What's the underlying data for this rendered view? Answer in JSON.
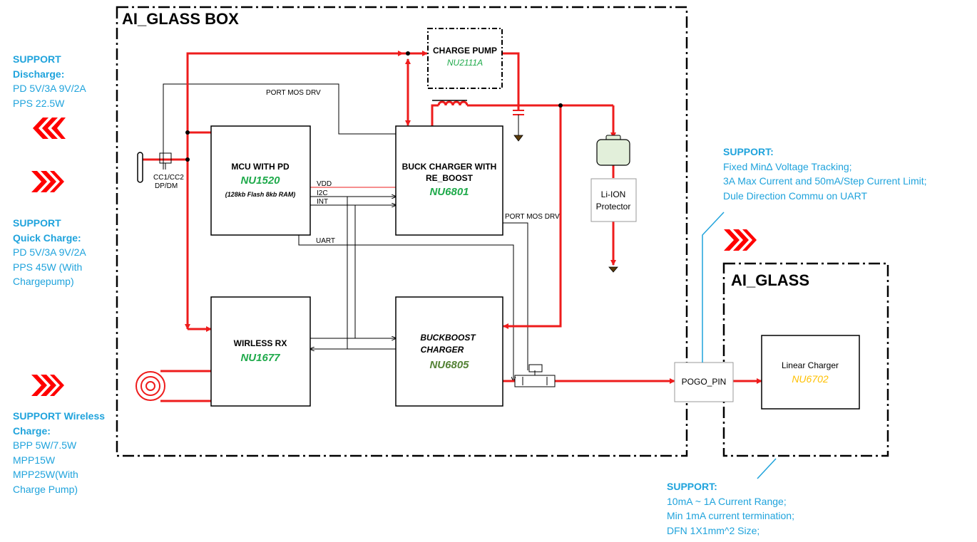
{
  "frames": {
    "box_title": "AI_GLASS BOX",
    "glass_title": "AI_GLASS"
  },
  "blocks": {
    "charge_pump": {
      "title": "CHARGE PUMP",
      "part": "NU2111A"
    },
    "mcu": {
      "title": "MCU WITH PD",
      "part": "NU1520",
      "note": "(128kb Flash 8kb RAM)"
    },
    "buck": {
      "title_1": "BUCK CHARGER WITH",
      "title_2": "RE_BOOST",
      "part": "NU6801"
    },
    "wireless_rx": {
      "title": "WIRLESS RX",
      "part": "NU1677"
    },
    "buckboost": {
      "title_1": "BUCKBOOST",
      "title_2": "CHARGER",
      "part": "NU6805"
    },
    "li_ion": {
      "line_1": "Li-ION",
      "line_2": "Protector"
    },
    "pogo": {
      "title": "POGO_PIN"
    },
    "linear": {
      "title": "Linear Charger",
      "part": "NU6702"
    }
  },
  "signals": {
    "port_mos_drv_top": "PORT MOS DRV",
    "port_mos_drv_right": "PORT MOS DRV",
    "cc": "CC1/CC2",
    "dpdm": "DP/DM",
    "vdd": "VDD",
    "i2c": "I2C",
    "int": "INT",
    "uart": "UART"
  },
  "notes": {
    "discharge": {
      "heading_1": "SUPPORT",
      "heading_2": "Discharge:",
      "lines": [
        "PD 5V/3A 9V/2A",
        "PPS 22.5W"
      ]
    },
    "quick": {
      "heading_1": "SUPPORT",
      "heading_2": "Quick Charge:",
      "lines": [
        "PD 5V/3A 9V/2A",
        "PPS 45W (With",
        "Chargepump)"
      ]
    },
    "wireless": {
      "heading_1": "SUPPORT Wireless",
      "heading_2": "Charge:",
      "lines": [
        "BPP 5W/7.5W",
        "MPP15W",
        "MPP25W(With",
        "Charge Pump)"
      ]
    },
    "tracking": {
      "heading": "SUPPORT:",
      "lines": [
        "Fixed Min∆ Voltage Tracking;",
        "3A Max Current and 50mA/Step Current Limit;",
        "Dule Direction Commu on UART"
      ]
    },
    "linear": {
      "heading": "SUPPORT:",
      "lines": [
        "10mA ~ 1A Current Range;",
        "Min 1mA current termination;",
        "DFN 1X1mm^2 Size;"
      ]
    }
  },
  "colors": {
    "power_line": "#ee1c1c",
    "signal_line": "#000000",
    "note_text": "#1fa3dc",
    "part_green": "#1faa4b",
    "part_olive": "#548235",
    "part_gold": "#ffc000",
    "battery_fill": "#e2efda",
    "arrow_red": "#ff0000"
  }
}
